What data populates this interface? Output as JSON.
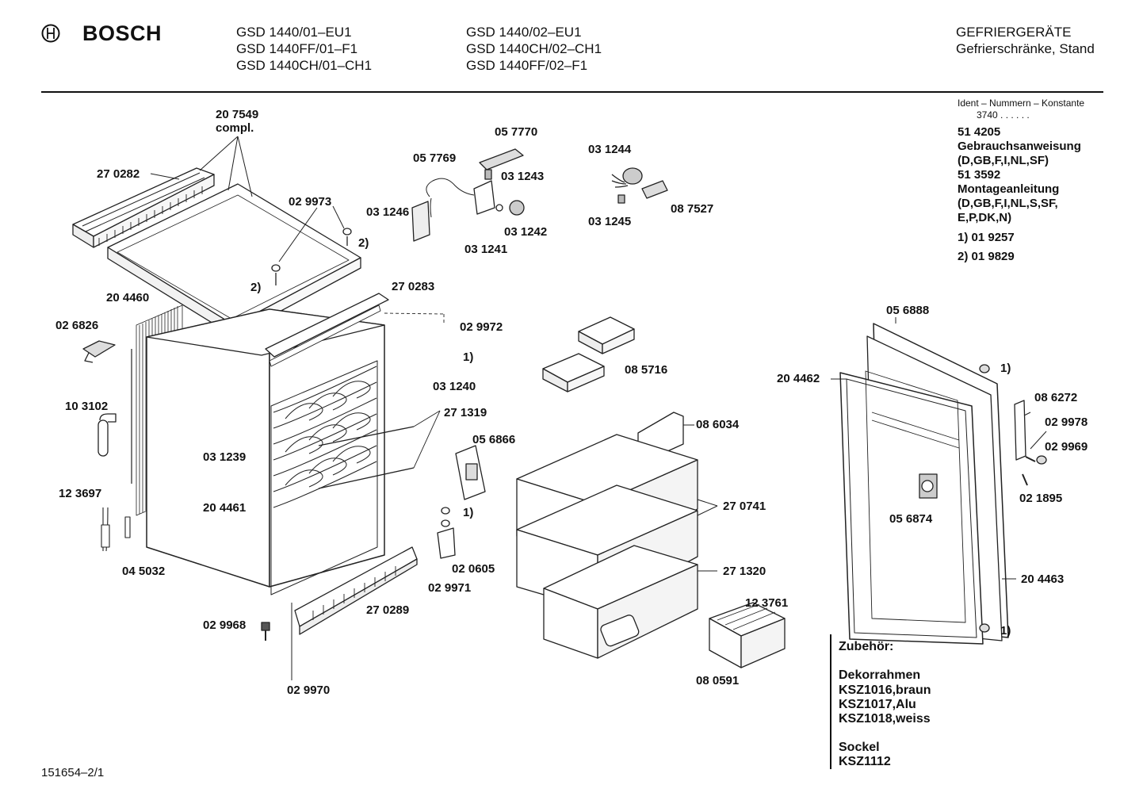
{
  "header": {
    "brand": "BOSCH",
    "models_col1": [
      "GSD 1440/01–EU1",
      "GSD 1440FF/01–F1",
      "GSD 1440CH/01–CH1"
    ],
    "models_col2": [
      "GSD 1440/02–EU1",
      "GSD 1440CH/02–CH1",
      "GSD 1440FF/02–F1"
    ],
    "category": "GEFRIERGERÄTE",
    "subcategory": "Gefrierschränke, Stand"
  },
  "sidebar": {
    "ident_label": "Ident – Nummern – Konstante",
    "ident_value": "3740 . . . . . .",
    "doc1_number": "51 4205",
    "doc1_title": "Gebrauchsanweisung",
    "doc1_langs": "(D,GB,F,I,NL,SF)",
    "doc2_number": "51 3592",
    "doc2_title": "Montageanleitung",
    "doc2_langs_1": "(D,GB,F,I,NL,S,SF,",
    "doc2_langs_2": "E,P,DK,N)",
    "note1": "1)  01 9257",
    "note2": "2)  01 9829"
  },
  "accessories": {
    "heading": "Zubehör:",
    "frames_title": "Dekorrahmen",
    "frames": [
      "KSZ1016,braun",
      "KSZ1017,Alu",
      "KSZ1018,weiss"
    ],
    "base_title": "Sockel",
    "base": "KSZ1112"
  },
  "parts": {
    "p207549": "20 7549",
    "compl": "compl.",
    "p270282": "27 0282",
    "p029973": "02 9973",
    "mark2a": "2)",
    "mark2b": "2)",
    "p204460": "20 4460",
    "p026826": "02 6826",
    "p103102": "10 3102",
    "p123697": "12 3697",
    "p045032": "04 5032",
    "p031239": "03 1239",
    "p204461": "20 4461",
    "p029968": "02 9968",
    "p029970": "02 9970",
    "p270289": "27 0289",
    "p270283": "27 0283",
    "p029972": "02 9972",
    "mark1a": "1)",
    "p031240": "03 1240",
    "p271319": "27 1319",
    "p056866": "05 6866",
    "mark1b": "1)",
    "p020605": "02 0605",
    "p029971": "02 9971",
    "p057770": "05 7770",
    "p057769": "05 7769",
    "p031243": "03 1243",
    "p031246": "03 1246",
    "p031242": "03 1242",
    "p031241": "03 1241",
    "p031244": "03 1244",
    "p031245": "03 1245",
    "p087527": "08 7527",
    "p085716": "08 5716",
    "p086034": "08 6034",
    "p270741": "27 0741",
    "p271320": "27 1320",
    "p123761": "12 3761",
    "p080591": "08 0591",
    "p056888": "05 6888",
    "p204462": "20 4462",
    "mark1c": "1)",
    "p086272": "08 6272",
    "p029978": "02 9978",
    "p029969": "02 9969",
    "p021895": "02 1895",
    "p056874": "05 6874",
    "p204463": "20 4463",
    "mark1d": "1)"
  },
  "footer": {
    "doc_ref": "151654–2/1"
  }
}
